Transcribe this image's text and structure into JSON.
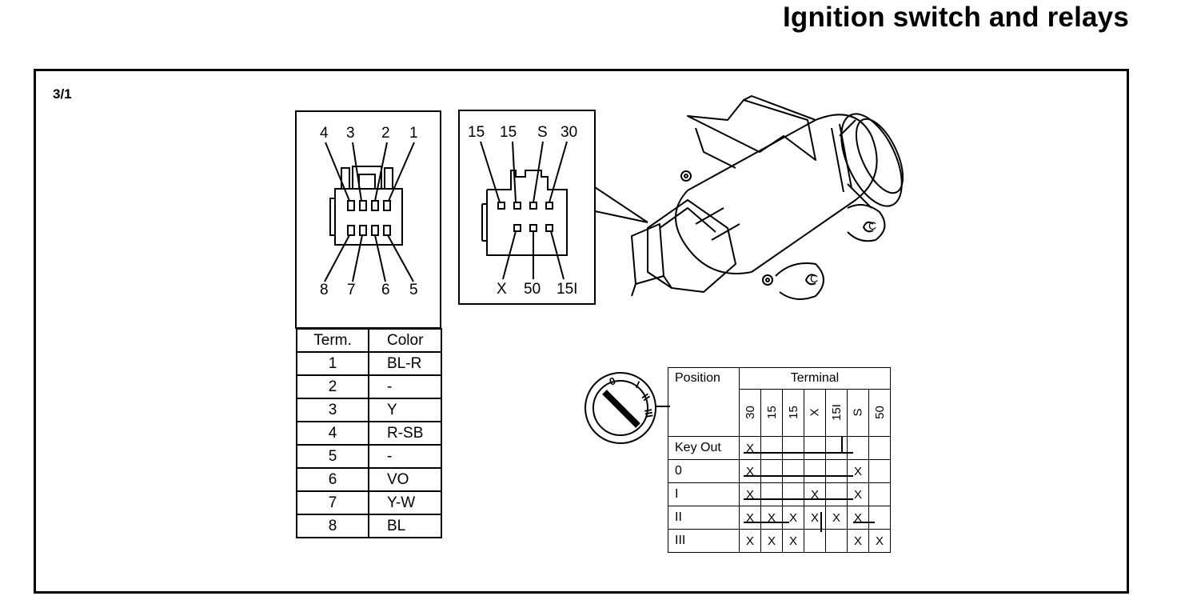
{
  "title": "Ignition switch and relays",
  "sheet_ref": "3/1",
  "connector_left": {
    "top_pins": [
      "4",
      "3",
      "2",
      "1"
    ],
    "bottom_pins": [
      "8",
      "7",
      "6",
      "5"
    ]
  },
  "connector_right": {
    "top_pins": [
      "15",
      "15",
      "S",
      "30"
    ],
    "bottom_pins": [
      "X",
      "50",
      "15I"
    ]
  },
  "term_table": {
    "headers": [
      "Term.",
      "Color"
    ],
    "rows": [
      [
        "1",
        "BL-R"
      ],
      [
        "2",
        "-"
      ],
      [
        "3",
        "Y"
      ],
      [
        "4",
        "R-SB"
      ],
      [
        "5",
        "-"
      ],
      [
        "6",
        "VO"
      ],
      [
        "7",
        "Y-W"
      ],
      [
        "8",
        "BL"
      ]
    ]
  },
  "position_table": {
    "position_header": "Position",
    "terminal_header": "Terminal",
    "terminals": [
      "30",
      "15",
      "15",
      "X",
      "15I",
      "S",
      "50"
    ],
    "positions": [
      "Key Out",
      "0",
      "I",
      "II",
      "III"
    ],
    "marks": [
      [
        "X",
        "",
        "",
        "",
        "",
        "",
        ""
      ],
      [
        "X",
        "",
        "",
        "",
        "",
        "X",
        ""
      ],
      [
        "X",
        "",
        "",
        "X",
        "",
        "X",
        ""
      ],
      [
        "X",
        "X",
        "X",
        "X",
        "X",
        "X",
        ""
      ],
      [
        "X",
        "X",
        "X",
        "",
        "",
        "X",
        "X"
      ]
    ]
  },
  "key_dial": {
    "labels": [
      "0",
      "I",
      "II",
      "III"
    ]
  },
  "housing_markings": [
    "C",
    "C"
  ]
}
